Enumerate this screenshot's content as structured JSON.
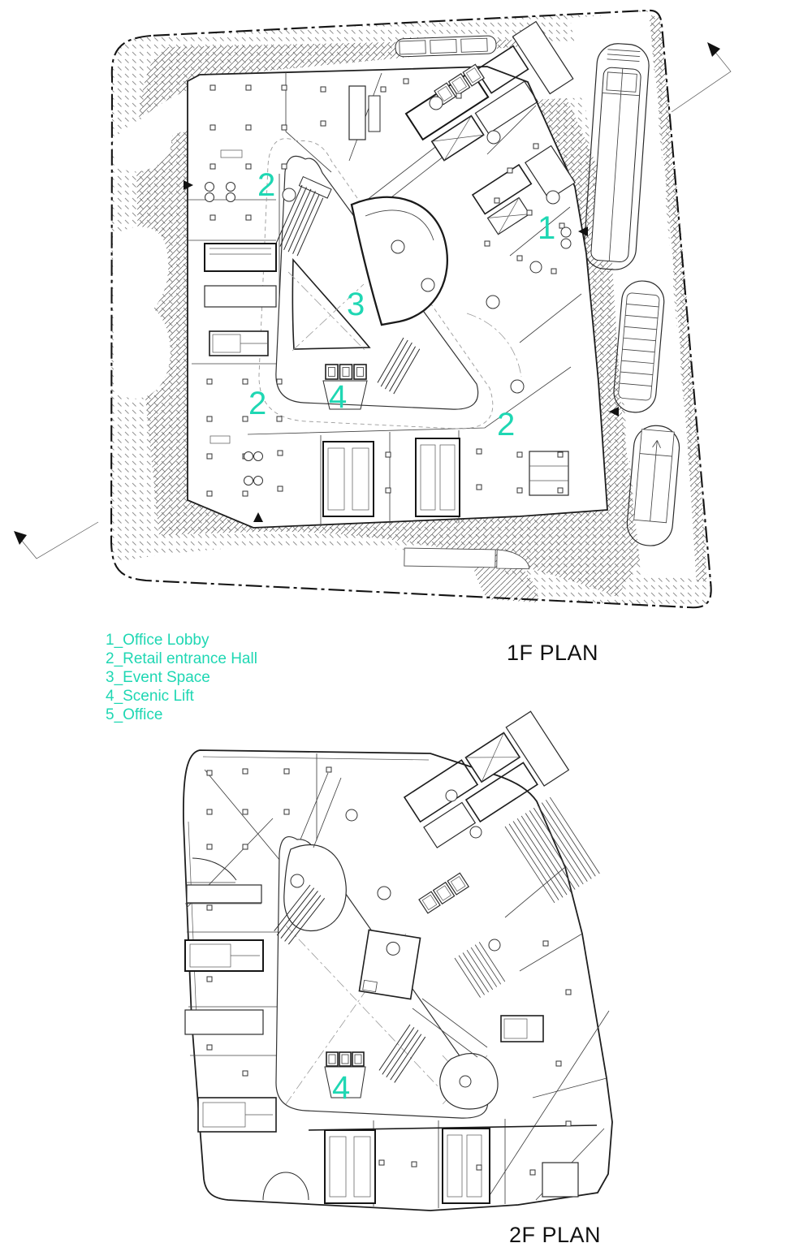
{
  "palette": {
    "accent": "#1fd7b3",
    "line": "#1a1a1a",
    "paper": "#ffffff"
  },
  "legend": {
    "items": [
      "1_Office Lobby",
      "2_Retail entrance Hall",
      "3_Event Space",
      "4_Scenic Lift",
      "5_Office"
    ]
  },
  "plan_1f": {
    "title": "1F PLAN",
    "labels": {
      "retail_top": "2",
      "office_lobby": "1",
      "event_space": "3",
      "scenic_lift": "4",
      "retail_left": "2",
      "retail_right": "2"
    }
  },
  "plan_2f": {
    "title": "2F PLAN",
    "labels": {
      "scenic_lift": "4"
    }
  }
}
